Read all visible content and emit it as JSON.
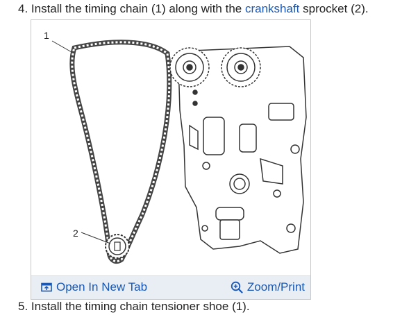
{
  "steps": [
    {
      "prefix": "4. Install the timing chain (1) along with the ",
      "link": "crankshaft",
      "suffix": " sprocket (2)."
    },
    {
      "text": "5. Install the timing chain tensioner shoe (1)."
    }
  ],
  "figure": {
    "callouts": [
      "1",
      "2"
    ],
    "open_label": "Open In New Tab",
    "zoom_label": "Zoom/Print",
    "open_icon": "open-in-new-tab-icon",
    "zoom_icon": "zoom-in-icon"
  },
  "colors": {
    "link": "#1a58b3",
    "action_bar": "#e9eef4"
  }
}
